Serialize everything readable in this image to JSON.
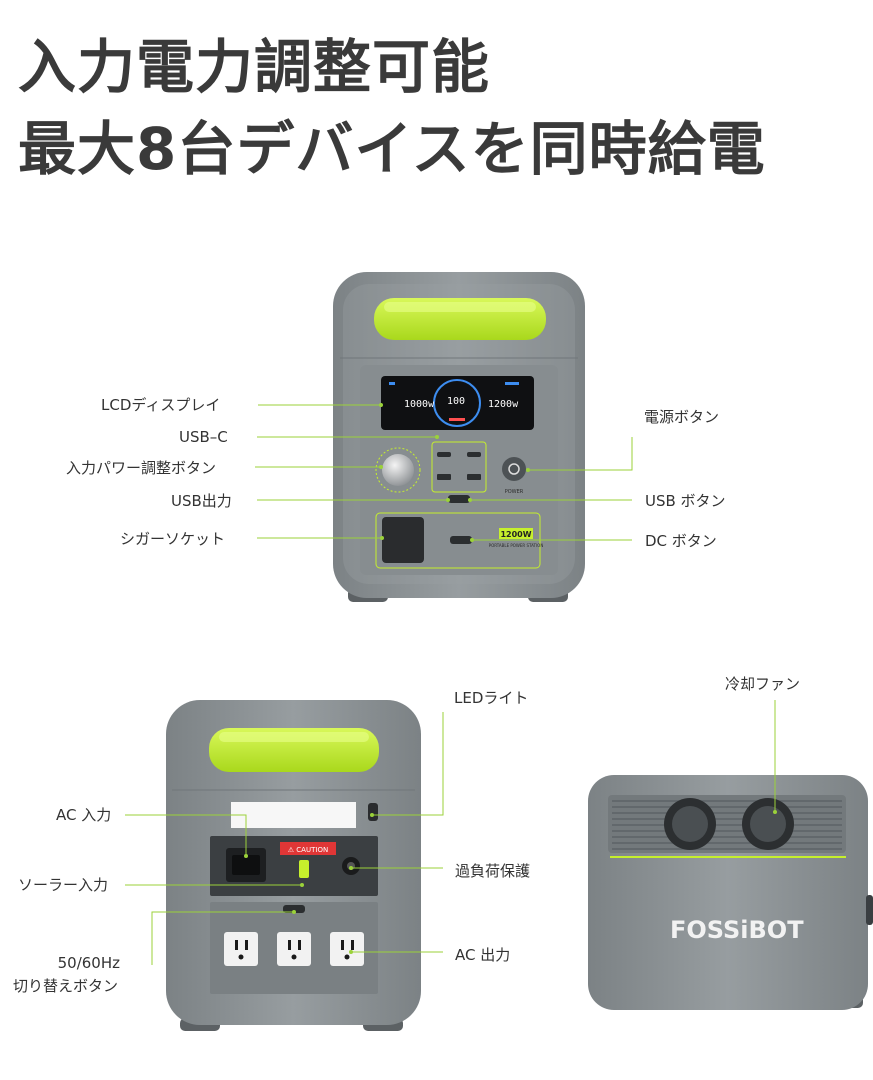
{
  "headline": {
    "line1": "入力電力調整可能",
    "line2": "最大8台デバイスを同時給電"
  },
  "front_labels": {
    "lcd": "LCDディスプレイ",
    "usbc": "USB–C",
    "input_dial": "入力パワー調整ボタン",
    "usb_out": "USB出力",
    "cigar": "シガーソケット",
    "power_btn": "電源ボタン",
    "usb_btn": "USB ボタン",
    "dc_btn": "DC ボタン"
  },
  "back_labels": {
    "led": "LEDライト",
    "ac_in": "AC 入力",
    "solar_in": "ソーラー入力",
    "freq_line1": "50/60Hz",
    "freq_line2": "切り替えボタン",
    "overload": "過負荷保護",
    "ac_out": "AC 出力"
  },
  "side_labels": {
    "fan": "冷却ファン"
  },
  "device_text": {
    "lcd_left": "1000w",
    "lcd_center": "100",
    "lcd_right": "1200w",
    "badge": "1200W",
    "portable": "PORTABLE POWER STATION",
    "power": "POWER",
    "caution": "⚠ CAUTION",
    "brand": "FOSSiBOT"
  },
  "colors": {
    "accent": "#c6f02c",
    "body": "#8d9396",
    "panel": "#6f7477",
    "leader": "#9bd23a"
  }
}
